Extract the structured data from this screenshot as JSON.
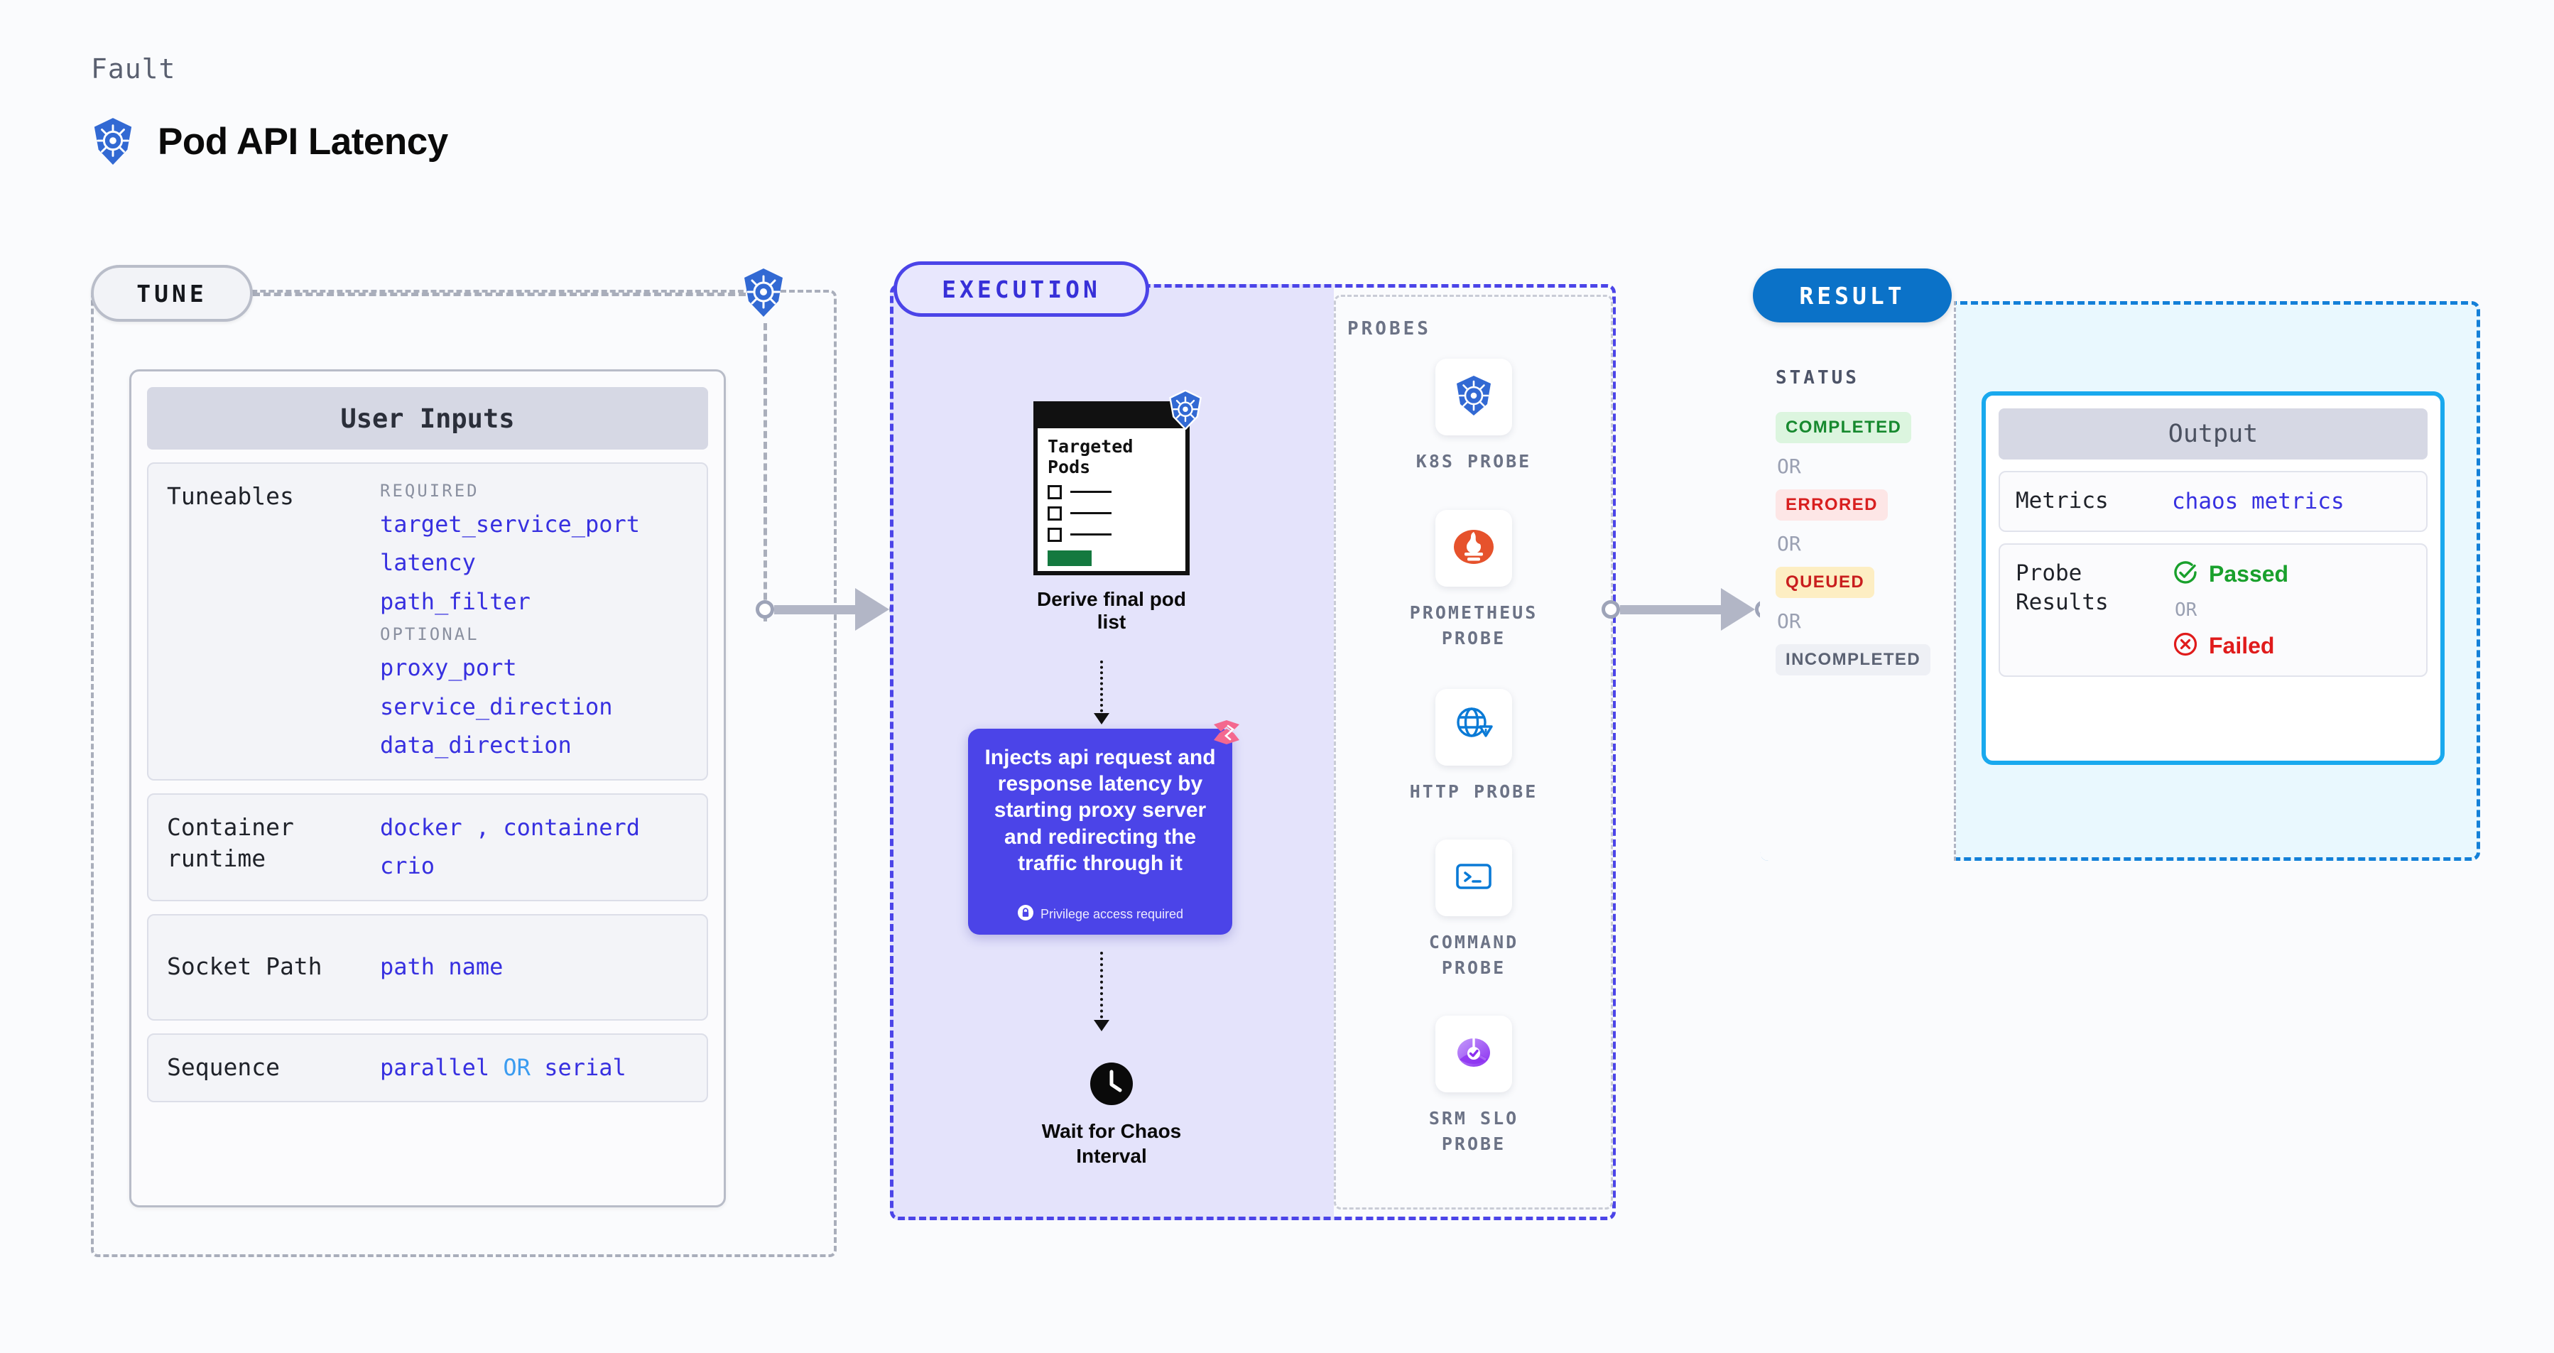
{
  "header": {
    "kicker": "Fault",
    "title": "Pod API Latency",
    "icon": "kubernetes-icon"
  },
  "tune": {
    "chip_label": "TUNE",
    "k8s_badge_icon": "kubernetes-icon",
    "card_title": "User Inputs",
    "rows": [
      {
        "label": "Tuneables",
        "groups": [
          {
            "heading": "REQUIRED",
            "values": [
              "target_service_port",
              "latency",
              "path_filter"
            ]
          },
          {
            "heading": "OPTIONAL",
            "values": [
              "proxy_port",
              "service_direction",
              "data_direction"
            ]
          }
        ]
      },
      {
        "label": "Container runtime",
        "values": [
          "docker , containerd",
          "crio"
        ]
      },
      {
        "label": "Socket Path",
        "values": [
          "path name"
        ]
      },
      {
        "label": "Sequence",
        "sequence": {
          "first": "parallel",
          "or": "OR",
          "second": "serial"
        }
      }
    ]
  },
  "execution": {
    "chip_label": "EXECUTION",
    "pods_node": {
      "card_title": "Targeted Pods",
      "badge_icon": "kubernetes-icon",
      "caption": "Derive final pod list"
    },
    "inject_node": {
      "text": "Injects api request and response latency by starting proxy server and redirecting the traffic through it",
      "privilege_note": "Privilege access required",
      "privilege_icon": "lock-icon",
      "corner_icon": "litmus-icon"
    },
    "wait_node": {
      "icon": "clock-icon",
      "caption": "Wait for Chaos Interval"
    },
    "probes": {
      "title": "PROBES",
      "items": [
        {
          "label": "K8S PROBE",
          "icon": "kubernetes-icon"
        },
        {
          "label": "PROMETHEUS PROBE",
          "icon": "prometheus-icon"
        },
        {
          "label": "HTTP PROBE",
          "icon": "globe-warning-icon"
        },
        {
          "label": "COMMAND PROBE",
          "icon": "terminal-icon"
        },
        {
          "label": "SRM SLO PROBE",
          "icon": "srm-slo-icon"
        }
      ]
    }
  },
  "result": {
    "chip_label": "RESULT",
    "status_title": "STATUS",
    "or_label": "OR",
    "statuses": [
      {
        "label": "COMPLETED",
        "tone": "completed"
      },
      {
        "label": "ERRORED",
        "tone": "errored"
      },
      {
        "label": "QUEUED",
        "tone": "queued"
      },
      {
        "label": "INCOMPLETED",
        "tone": "incomplete"
      }
    ],
    "output": {
      "title": "Output",
      "metrics_label": "Metrics",
      "metrics_value": "chaos metrics",
      "probe_results_label": "Probe Results",
      "passed_label": "Passed",
      "failed_label": "Failed",
      "or_label": "OR",
      "passed_icon": "check-circle-icon",
      "failed_icon": "x-circle-icon"
    }
  },
  "colors": {
    "k8s_blue": "#3269d3",
    "execution_purple": "#4b44e8",
    "result_blue": "#0b72c8",
    "output_border": "#19a9ee",
    "accent_link": "#3730e0",
    "pass_green": "#19a02c",
    "fail_red": "#e01b1b"
  }
}
